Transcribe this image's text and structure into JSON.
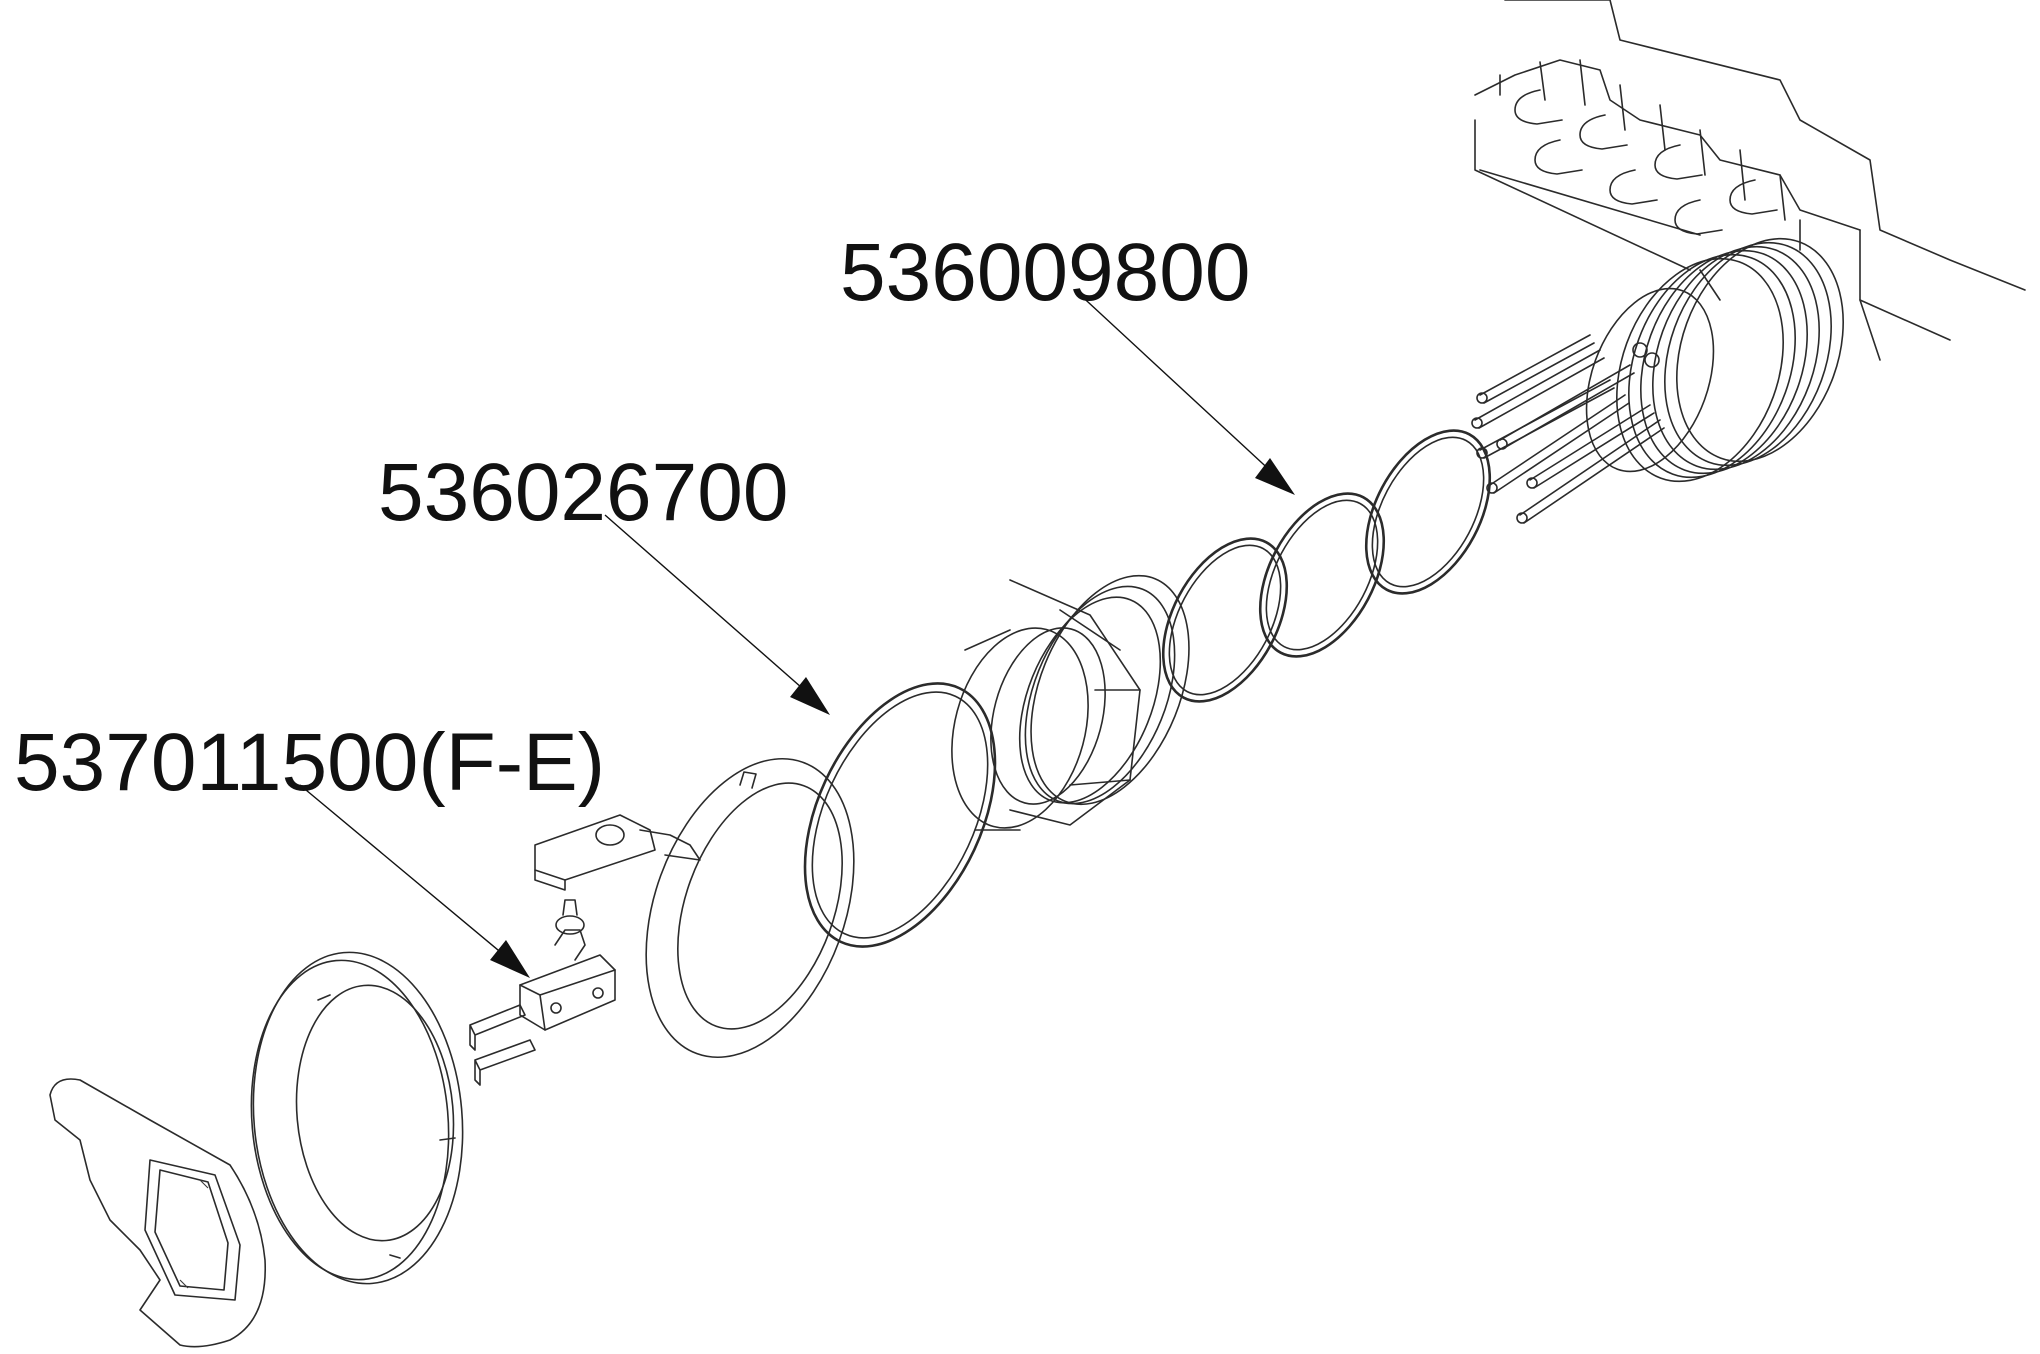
{
  "labels": [
    {
      "id": "switch",
      "text": "537011500(F-E)"
    },
    {
      "id": "oring-large",
      "text": "536026700"
    },
    {
      "id": "oring-small",
      "text": "536009800"
    }
  ],
  "colors": {
    "line": "#2b2b2b",
    "background": "#ffffff"
  }
}
